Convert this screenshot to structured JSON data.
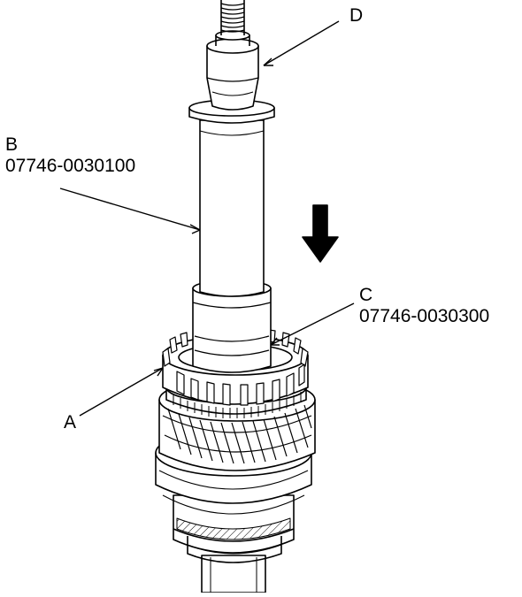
{
  "labels": {
    "a": {
      "letter": "A"
    },
    "b": {
      "letter": "B",
      "part_number": "07746-0030100"
    },
    "c": {
      "letter": "C",
      "part_number": "07746-0030300"
    },
    "d": {
      "letter": "D"
    }
  },
  "colors": {
    "line": "#000000",
    "fill": "#ffffff"
  },
  "icons": {
    "direction": "arrow-down-icon"
  }
}
